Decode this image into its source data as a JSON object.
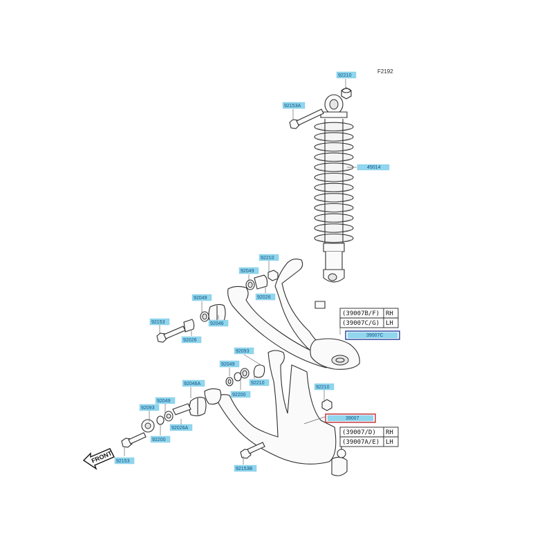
{
  "diagram_code": "F2192",
  "front_label": "FRONT",
  "labels": {
    "nut_top": "92210",
    "bolt_top": "92153A",
    "shock": "45014",
    "nut_upper": "92210",
    "collar_upper_l": "92049",
    "bushing_upper_l": "92026",
    "seal_upper_r": "92049",
    "bushing_upper_r": "92046",
    "bolt_upper": "92153",
    "collar_upper_r": "92026",
    "upper_arm_part": "39007C",
    "lower_arm_part": "39007",
    "washer_lower_t": "92093",
    "seal_lower_t": "92049",
    "nut_lower_t": "92210",
    "cap_lower_t": "92200",
    "bushing_lower": "92046A",
    "seal_lower_m": "92049",
    "washer_lower_m": "92093",
    "collar_lower_m": "92026A",
    "cap_lower_m": "92200",
    "bolt_lower": "92153",
    "nut_balljoint": "92210",
    "bolt_shock_lower": "92153B"
  },
  "ref_tables": {
    "upper": {
      "rows": [
        {
          "ref": "(39007B/F)",
          "side": "RH"
        },
        {
          "ref": "(39007C/G)",
          "side": "LH"
        }
      ]
    },
    "lower": {
      "rows": [
        {
          "ref": "(39007/D)",
          "side": "RH"
        },
        {
          "ref": "(39007A/E)",
          "side": "LH"
        }
      ]
    }
  }
}
